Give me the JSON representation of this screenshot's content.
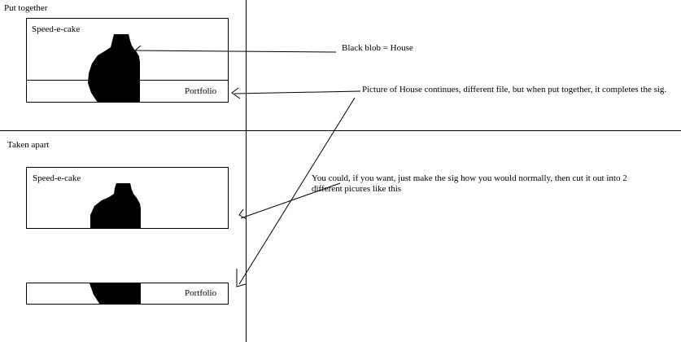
{
  "sections": {
    "put_together": "Put together",
    "taken_apart": "Taken apart"
  },
  "signature": {
    "top_text": "Speed-e-cake",
    "bottom_text": "Portfolio"
  },
  "annotations": {
    "house_note": "Black blob = House",
    "continues_note": "Picture of House continues, different file, but when put together, it completes the sig.",
    "cut_note": "You could, if you want, just make the sig how you would normally, then cut it out into 2 different picures like this"
  },
  "colors": {
    "ink": "#000000",
    "paper": "#ffffff"
  }
}
